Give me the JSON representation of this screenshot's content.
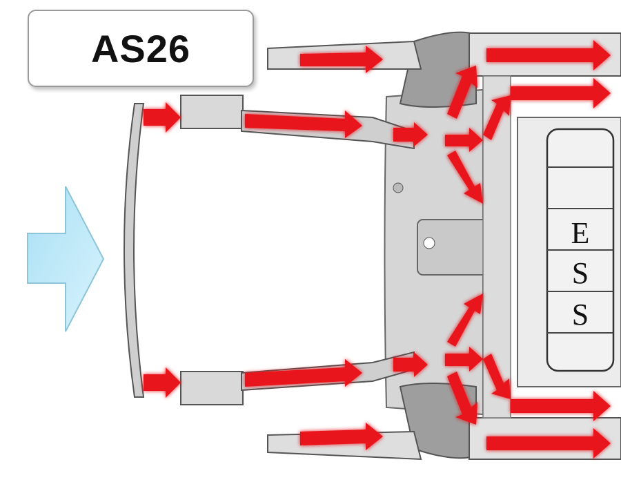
{
  "label": {
    "text": "AS26"
  },
  "battery": {
    "letters": [
      "E",
      "S",
      "S"
    ],
    "label": "ESS"
  },
  "impact_arrow": {
    "direction": "right",
    "color": "#bfe9f8",
    "meaning": "impact-direction"
  },
  "colors": {
    "load_path": "#e8141a",
    "structure": "#d9d9d9",
    "structure_dark": "#8c8c8c",
    "impact_arrow": "#bfe9f8"
  }
}
